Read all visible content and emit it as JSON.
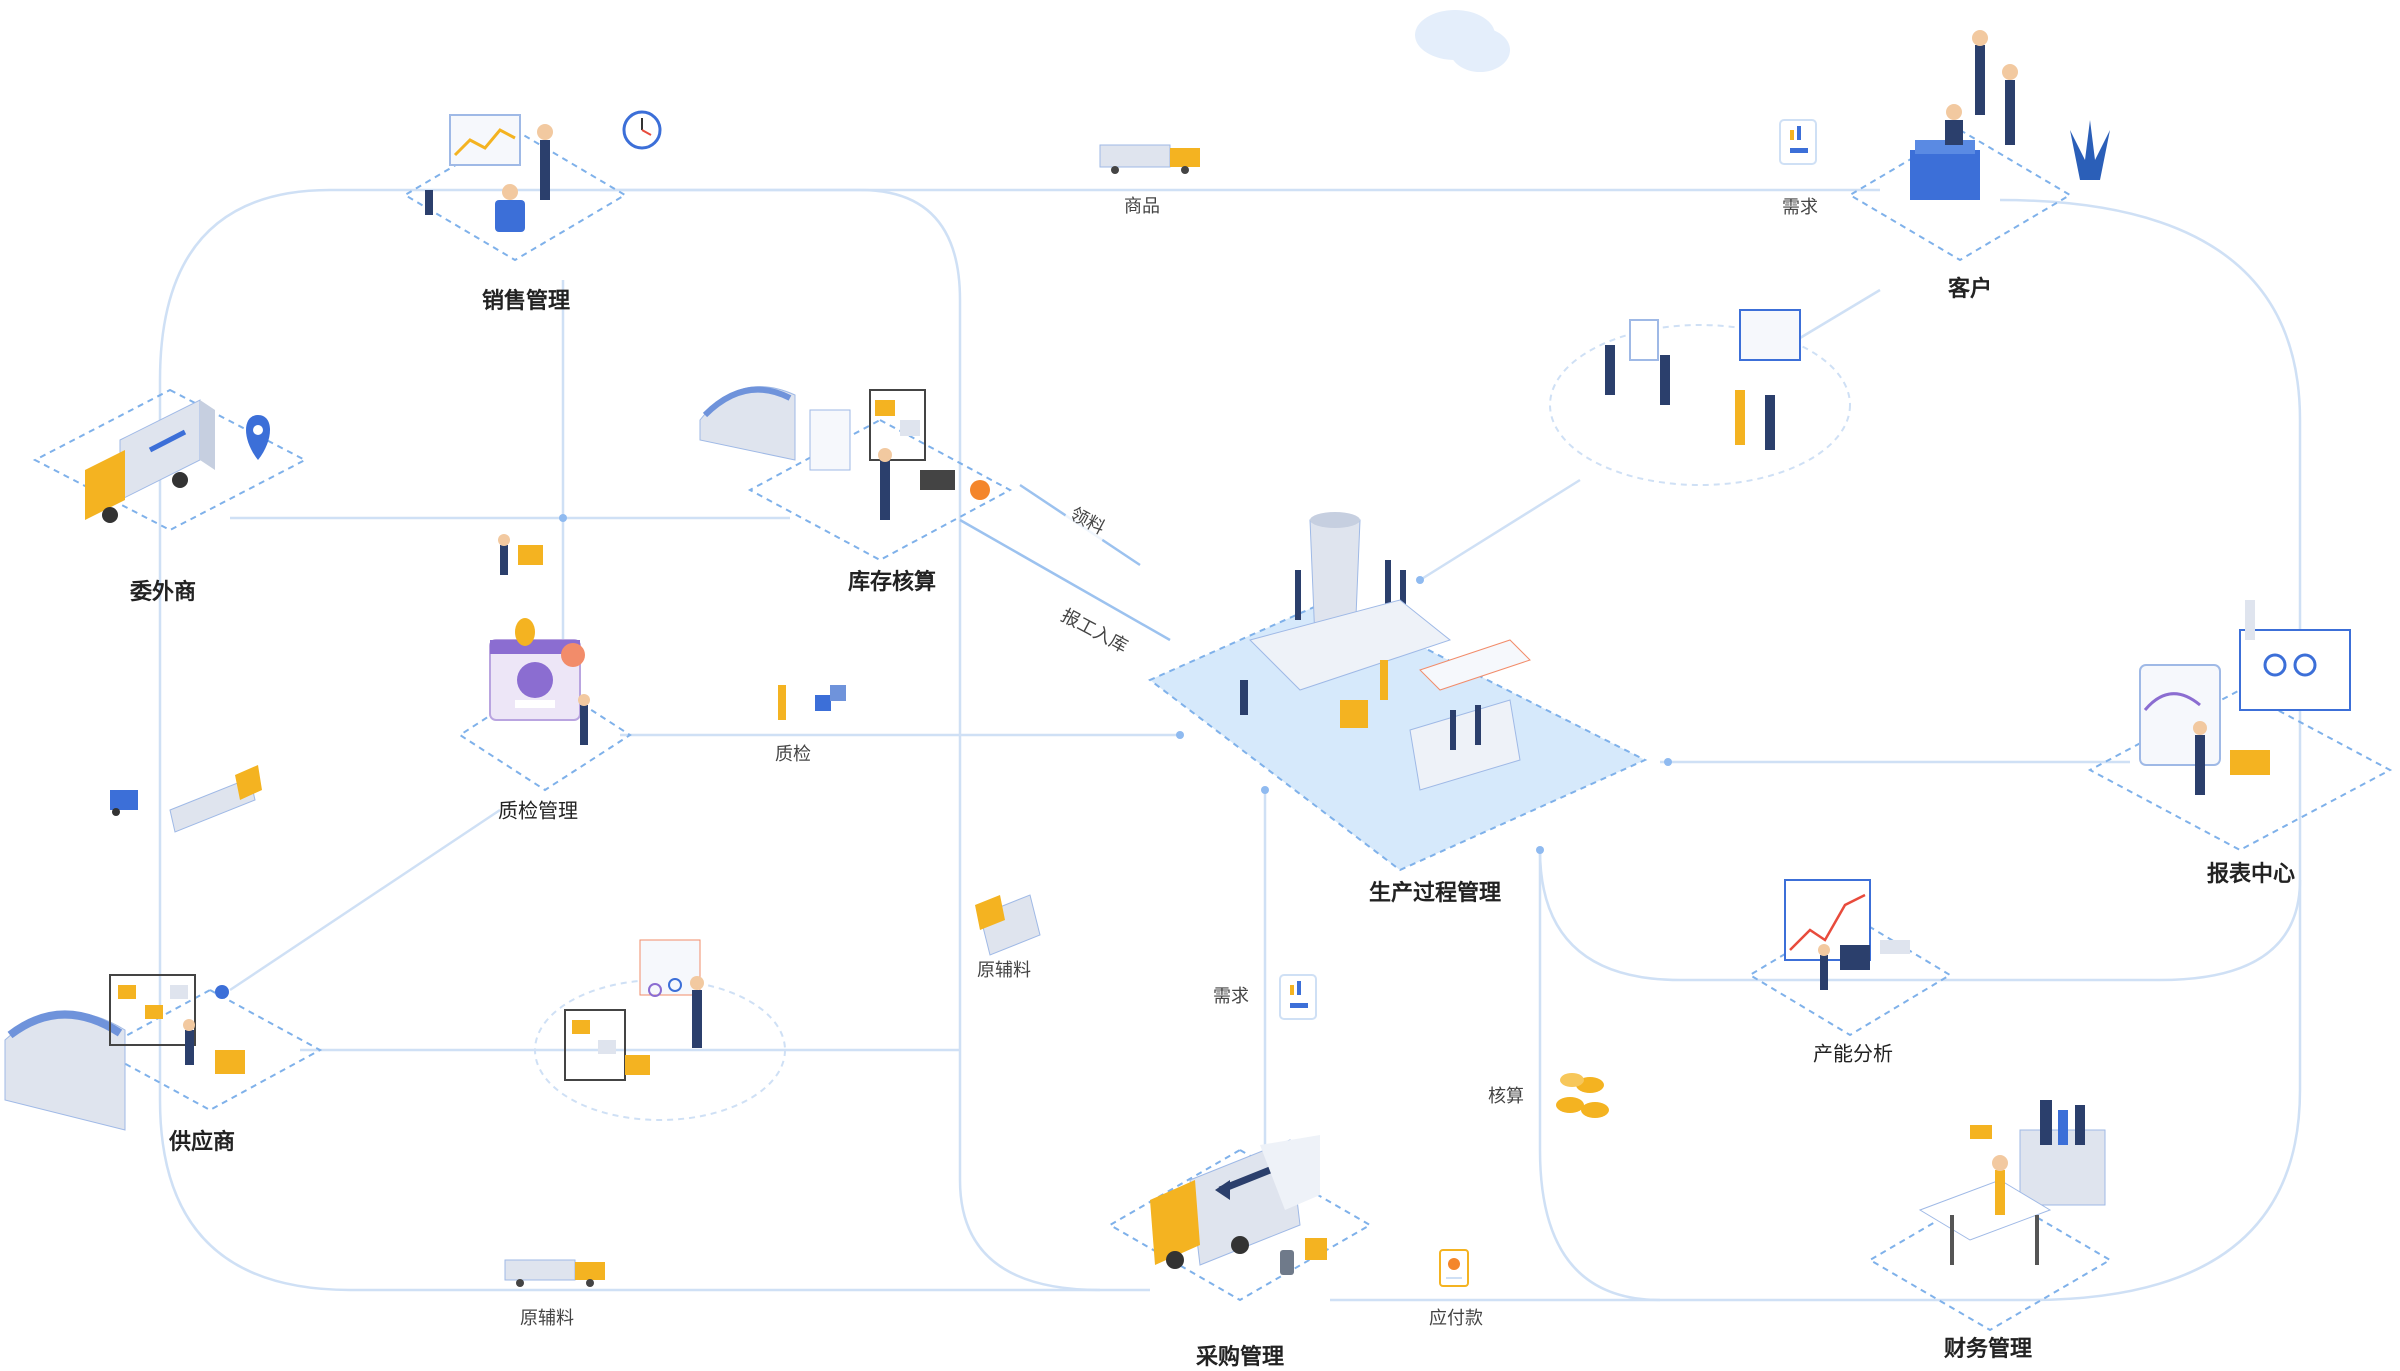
{
  "colors": {
    "line": "#cfe0f5",
    "dash": "#7fb1ea",
    "platform": "#d6e9fb",
    "accent_yellow": "#f4b321",
    "accent_blue": "#3c6fd8",
    "truck_body": "#dfe4ee"
  },
  "nodes": {
    "sales": "销售管理",
    "customer": "客户",
    "outsourcer": "委外商",
    "inventory": "库存核算",
    "production": "生产过程管理",
    "quality": "质检管理",
    "report": "报表中心",
    "supplier": "供应商",
    "capacity": "产能分析",
    "procurement": "采购管理",
    "finance": "财务管理"
  },
  "edges": {
    "goods": "商品",
    "demand_top": "需求",
    "picking": "领料",
    "completion": "报工入库",
    "inspection": "质检",
    "raw_mid": "原辅料",
    "demand_mid": "需求",
    "accounting": "核算",
    "payable": "应付款",
    "raw_bottom": "原辅料"
  },
  "icons": [
    "sales-dashboard-illustration",
    "clock-icon",
    "truck-icon",
    "report-card-icon",
    "customer-people-illustration",
    "plant-icon",
    "meeting-illustration",
    "delivery-truck-illustration",
    "location-pin-icon",
    "warehouse-illustration",
    "worker-cart-icon",
    "quality-settings-illustration",
    "inspection-boxes-icon",
    "factory-chimney-illustration",
    "analytics-illustration",
    "cloud-icon",
    "forklift-truck-icon",
    "storage-shelves-illustration",
    "small-truck-icon",
    "capacity-chart-illustration",
    "coins-icon",
    "invoice-icon",
    "office-desk-illustration"
  ]
}
